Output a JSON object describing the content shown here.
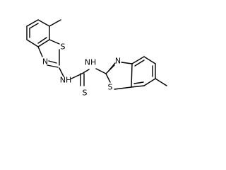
{
  "molecule": {
    "atoms": {
      "left_ring_S": "S",
      "left_ring_N": "N",
      "thiourea_NH_left": "NH",
      "thiourea_NH_right": "NH",
      "right_ring_N": "N",
      "right_ring_S": "S",
      "thione_S": "S"
    }
  },
  "colors": {
    "bond": "#000000",
    "label": "#000000",
    "background": "#ffffff"
  }
}
